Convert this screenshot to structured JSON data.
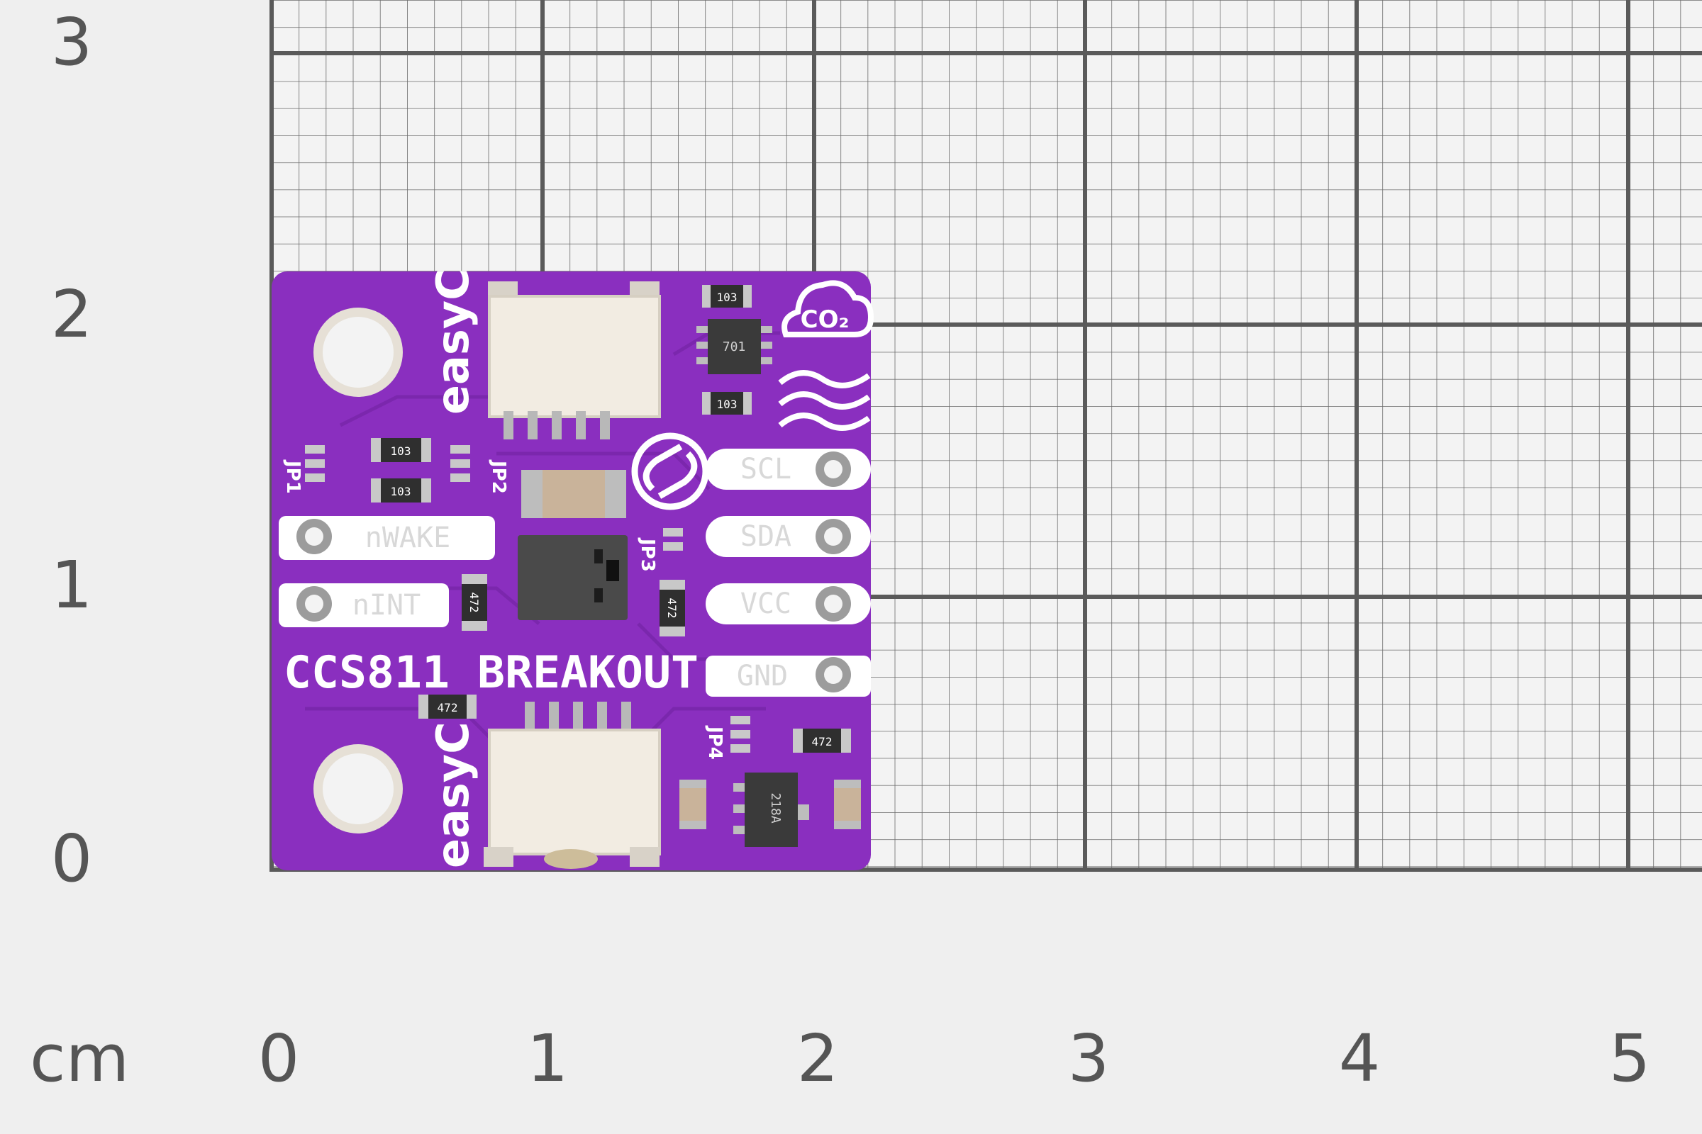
{
  "scale": {
    "unit": "cm",
    "x_ticks": [
      "0",
      "1",
      "2",
      "3",
      "4",
      "5"
    ],
    "y_ticks": [
      "0",
      "1",
      "2",
      "3"
    ]
  },
  "board": {
    "title": "CCS811 BREAKOUT",
    "brand_top": "easyC",
    "brand_bottom": "easyC",
    "logo_text": "CO₂",
    "pins_right": [
      "SCL",
      "SDA",
      "VCC",
      "GND"
    ],
    "pins_left": [
      "nWAKE",
      "nINT"
    ],
    "jumpers": [
      "JP1",
      "JP2",
      "JP3",
      "JP4"
    ],
    "resistors": [
      "103",
      "103",
      "103",
      "103",
      "472",
      "472",
      "472",
      "472"
    ],
    "ic_top": "701",
    "ic_bottom": "218A",
    "colors": {
      "pcb": "#8a2fbf",
      "silkscreen": "#ffffff",
      "connector": "#f2ece2",
      "grid_line": "#595959",
      "background": "#efefef"
    }
  }
}
